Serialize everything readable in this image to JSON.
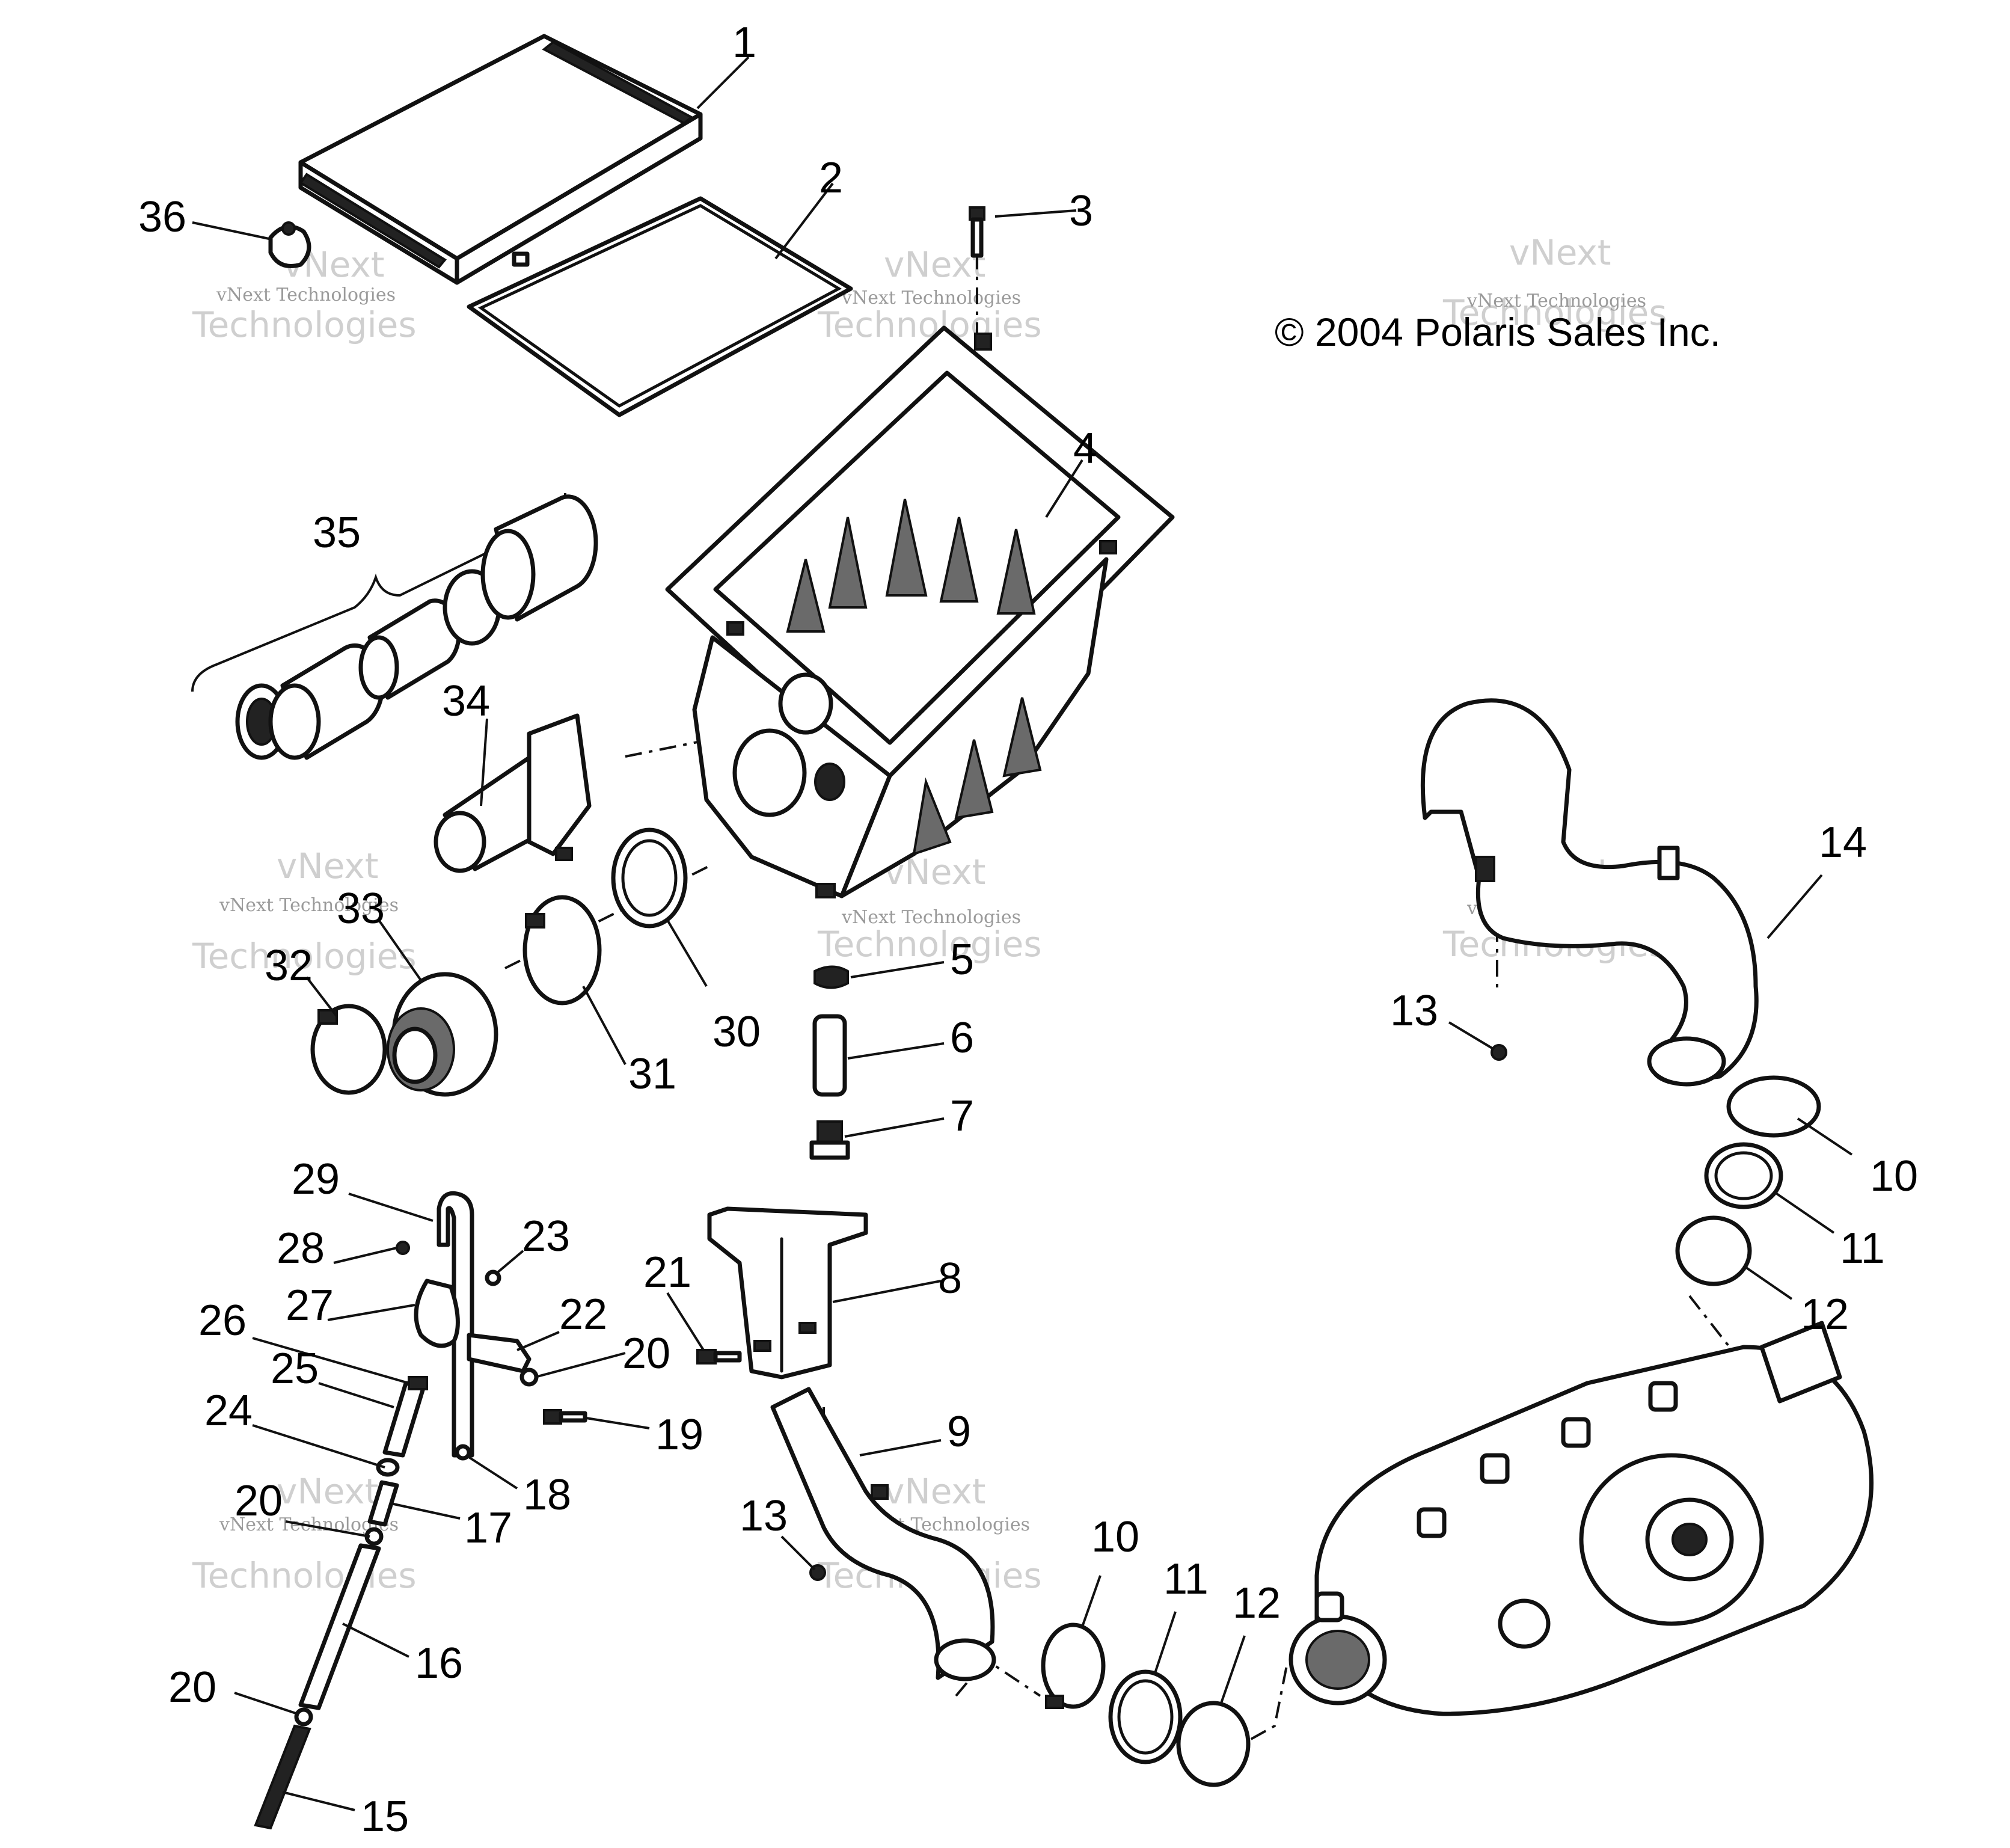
{
  "copyright": "© 2004 Polaris Sales Inc.",
  "watermark": {
    "line1": "vNext",
    "line2": "Technologies",
    "small": "vNext Technologies"
  },
  "callouts": {
    "c1": "1",
    "c2": "2",
    "c3": "3",
    "c4": "4",
    "c5": "5",
    "c6": "6",
    "c7": "7",
    "c8": "8",
    "c9": "9",
    "c10a": "10",
    "c10b": "10",
    "c11a": "11",
    "c11b": "11",
    "c12a": "12",
    "c12b": "12",
    "c13a": "13",
    "c13b": "13",
    "c14": "14",
    "c15": "15",
    "c16": "16",
    "c17": "17",
    "c18": "18",
    "c19": "19",
    "c20a": "20",
    "c20b": "20",
    "c20c": "20",
    "c21": "21",
    "c22": "22",
    "c23": "23",
    "c24": "24",
    "c25": "25",
    "c26": "26",
    "c27": "27",
    "c28": "28",
    "c29": "29",
    "c30": "30",
    "c31": "31",
    "c32": "32",
    "c33": "33",
    "c34": "34",
    "c35": "35",
    "c36": "36"
  }
}
